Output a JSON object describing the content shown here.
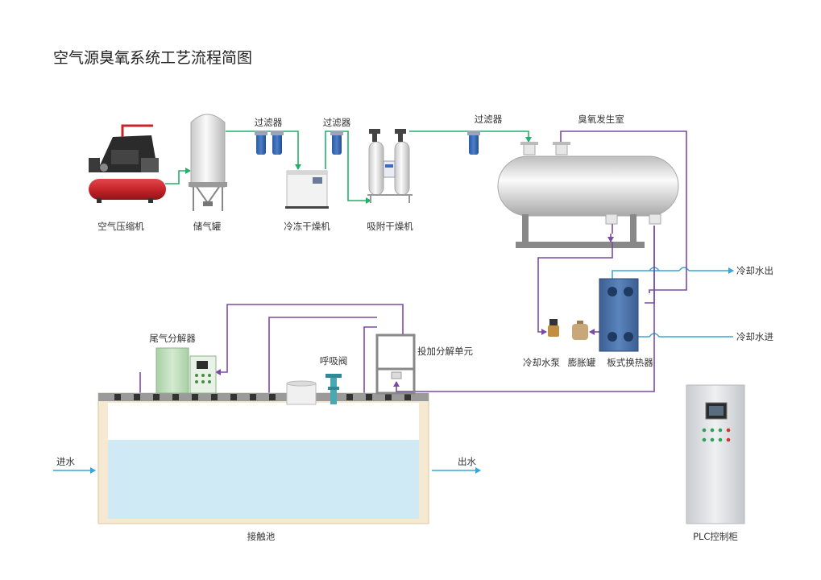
{
  "title": "空气源臭氧系统工艺流程简图",
  "labels": {
    "air_compressor": "空气压缩机",
    "air_tank": "储气罐",
    "filter_1": "过滤器",
    "refrigerated_dryer": "冷冻干燥机",
    "filter_2": "过滤器",
    "adsorption_dryer": "吸附干燥机",
    "filter_3": "过滤器",
    "ozone_chamber": "臭氧发生室",
    "cooling_water_out": "冷却水出",
    "cooling_water_in": "冷却水进",
    "cooling_pump": "冷却水泵",
    "expansion_tank": "膨胀罐",
    "plate_exchanger": "板式换热器",
    "tail_gas_destructor": "尾气分解器",
    "breather_valve": "呼吸阀",
    "dosing_unit": "投加分解单元",
    "water_in": "进水",
    "water_out": "出水",
    "contact_tank": "接触池",
    "plc_cabinet": "PLC控制柜"
  },
  "colors": {
    "air_line": "#23b06a",
    "ozone_line": "#7a4aa6",
    "water_line": "#3aa6d8",
    "compressor_red": "#c8252b",
    "exchanger_blue": "#4a6fa5",
    "tank_water": "#cfe9f5",
    "tank_wall": "#f5e9d2"
  },
  "icons": [
    "air-compressor-icon",
    "storage-tank-icon",
    "filter-icon",
    "dryer-icon",
    "ozone-generator-icon",
    "plate-heat-exchanger-icon",
    "pump-icon",
    "destructor-icon",
    "valve-icon",
    "control-cabinet-icon"
  ]
}
